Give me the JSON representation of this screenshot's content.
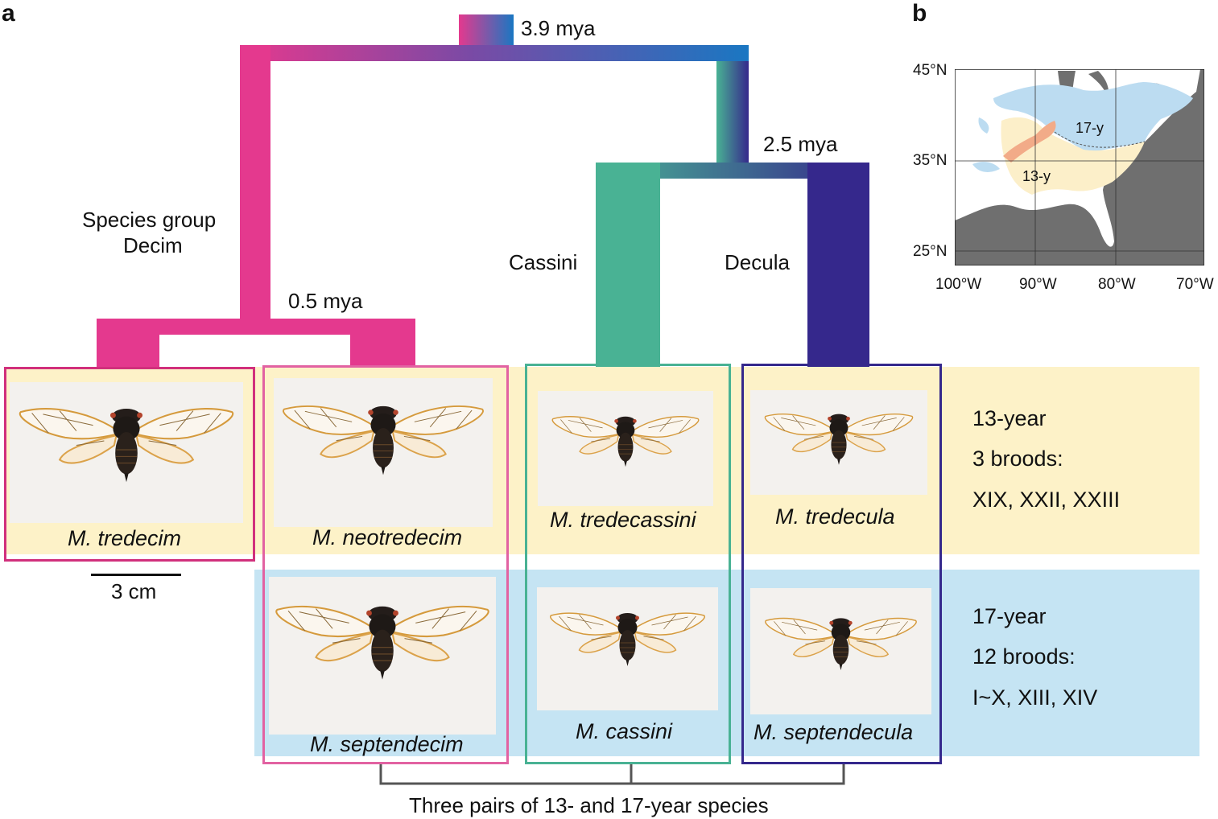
{
  "panel_a_letter": "a",
  "panel_b_letter": "b",
  "tree": {
    "root_age": "3.9 mya",
    "cassini_decula_age": "2.5 mya",
    "decim_age": "0.5 mya",
    "group_decim_line1": "Species group",
    "group_decim_line2": "Decim",
    "group_cassini": "Cassini",
    "group_decula": "Decula"
  },
  "species": {
    "tredecim": "M. tredecim",
    "neotredecim": "M. neotredecim",
    "septendecim": "M. septendecim",
    "tredecassini": "M. tredecassini",
    "cassini": "M. cassini",
    "tredecula": "M. tredecula",
    "septendecula": "M. septendecula"
  },
  "scale_bar": "3 cm",
  "info_13": {
    "line1": "13-year",
    "line2": "3 broods:",
    "line3": "XIX, XXII, XXIII"
  },
  "info_17": {
    "line1": "17-year",
    "line2": "12 broods:",
    "line3": "I~X, XIII, XIV"
  },
  "pairs_caption": "Three pairs of 13- and 17-year species",
  "map": {
    "lat_labels": [
      "45°N",
      "35°N",
      "25°N"
    ],
    "lon_labels": [
      "100°W",
      "90°W",
      "80°W",
      "70°W"
    ],
    "region_17": "17-y",
    "region_13": "13-y"
  },
  "colors": {
    "decim": "#e4398e",
    "cassini": "#49b294",
    "decula": "#35288c",
    "root_blue": "#1a77c2",
    "band_13": "#fdf2c8",
    "band_17": "#c5e4f3",
    "map_land_sea": "#6f6f6f",
    "map_17_region": "#bcdcf1",
    "map_13_region": "#fcefc9",
    "map_overlap": "#f2ab88"
  },
  "icons": [
    "cicada-photo",
    "map-panel"
  ]
}
